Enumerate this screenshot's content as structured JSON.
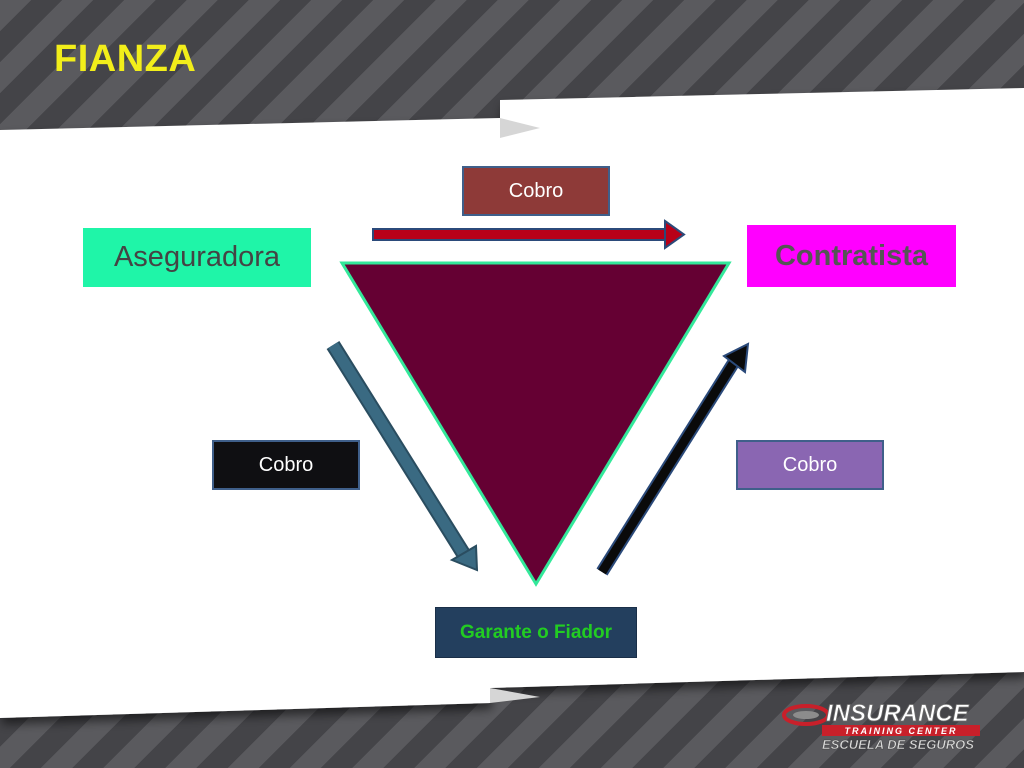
{
  "slide": {
    "title": "FIANZA",
    "boxes": {
      "cobro_top": "Cobro",
      "aseguradora": "Aseguradora",
      "contratista": "Contratista",
      "cobro_left": "Cobro",
      "cobro_right": "Cobro",
      "garante": "Garante o Fiador"
    },
    "logo": {
      "line1": "INSURANCE",
      "line2": "TRAINING CENTER",
      "line3": "ESCUELA DE SEGUROS"
    }
  },
  "colors": {
    "title": "#f2ee1a",
    "triangle_fill": "#650033",
    "triangle_border": "#33e89a",
    "arrow_top": "#b80018",
    "arrow_left": "#2f5870",
    "arrow_right": "#0a0a0a"
  }
}
